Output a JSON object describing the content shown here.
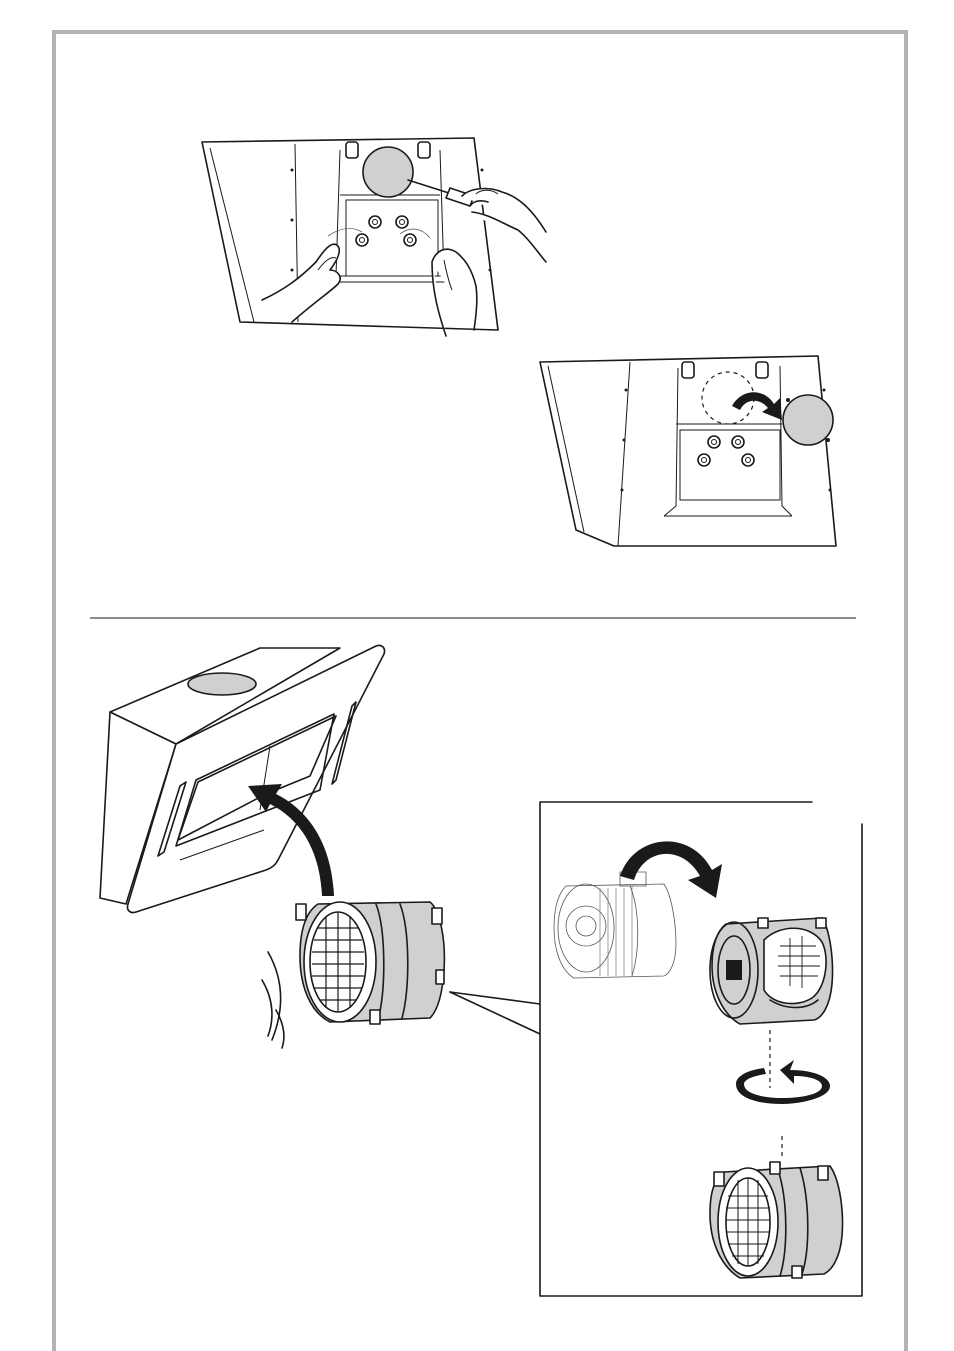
{
  "page": {
    "background": "#ffffff",
    "frame_color": "#b3b3b3",
    "filter_disc_color": "#d0d0d0",
    "motor_shell_color": "#cfcfcf"
  },
  "figures": [
    {
      "name": "remove-grease-filter-screws",
      "icons": [
        "hood-icon",
        "screwdriver-icon",
        "hand-icon",
        "filter-disc-icon"
      ]
    },
    {
      "name": "remove-grease-filter",
      "icons": [
        "hood-icon",
        "rotate-arrow-icon",
        "filter-disc-icon"
      ]
    },
    {
      "name": "insert-motor-unit",
      "icons": [
        "hood-icon",
        "lift-arrow-icon",
        "blower-motor-icon",
        "vibration-lines-icon"
      ]
    },
    {
      "name": "motor-rotation-detail",
      "icons": [
        "blower-motor-icon",
        "flip-arrow-icon",
        "rotation-arrow-icon",
        "axis-dashed-line-icon"
      ]
    }
  ]
}
